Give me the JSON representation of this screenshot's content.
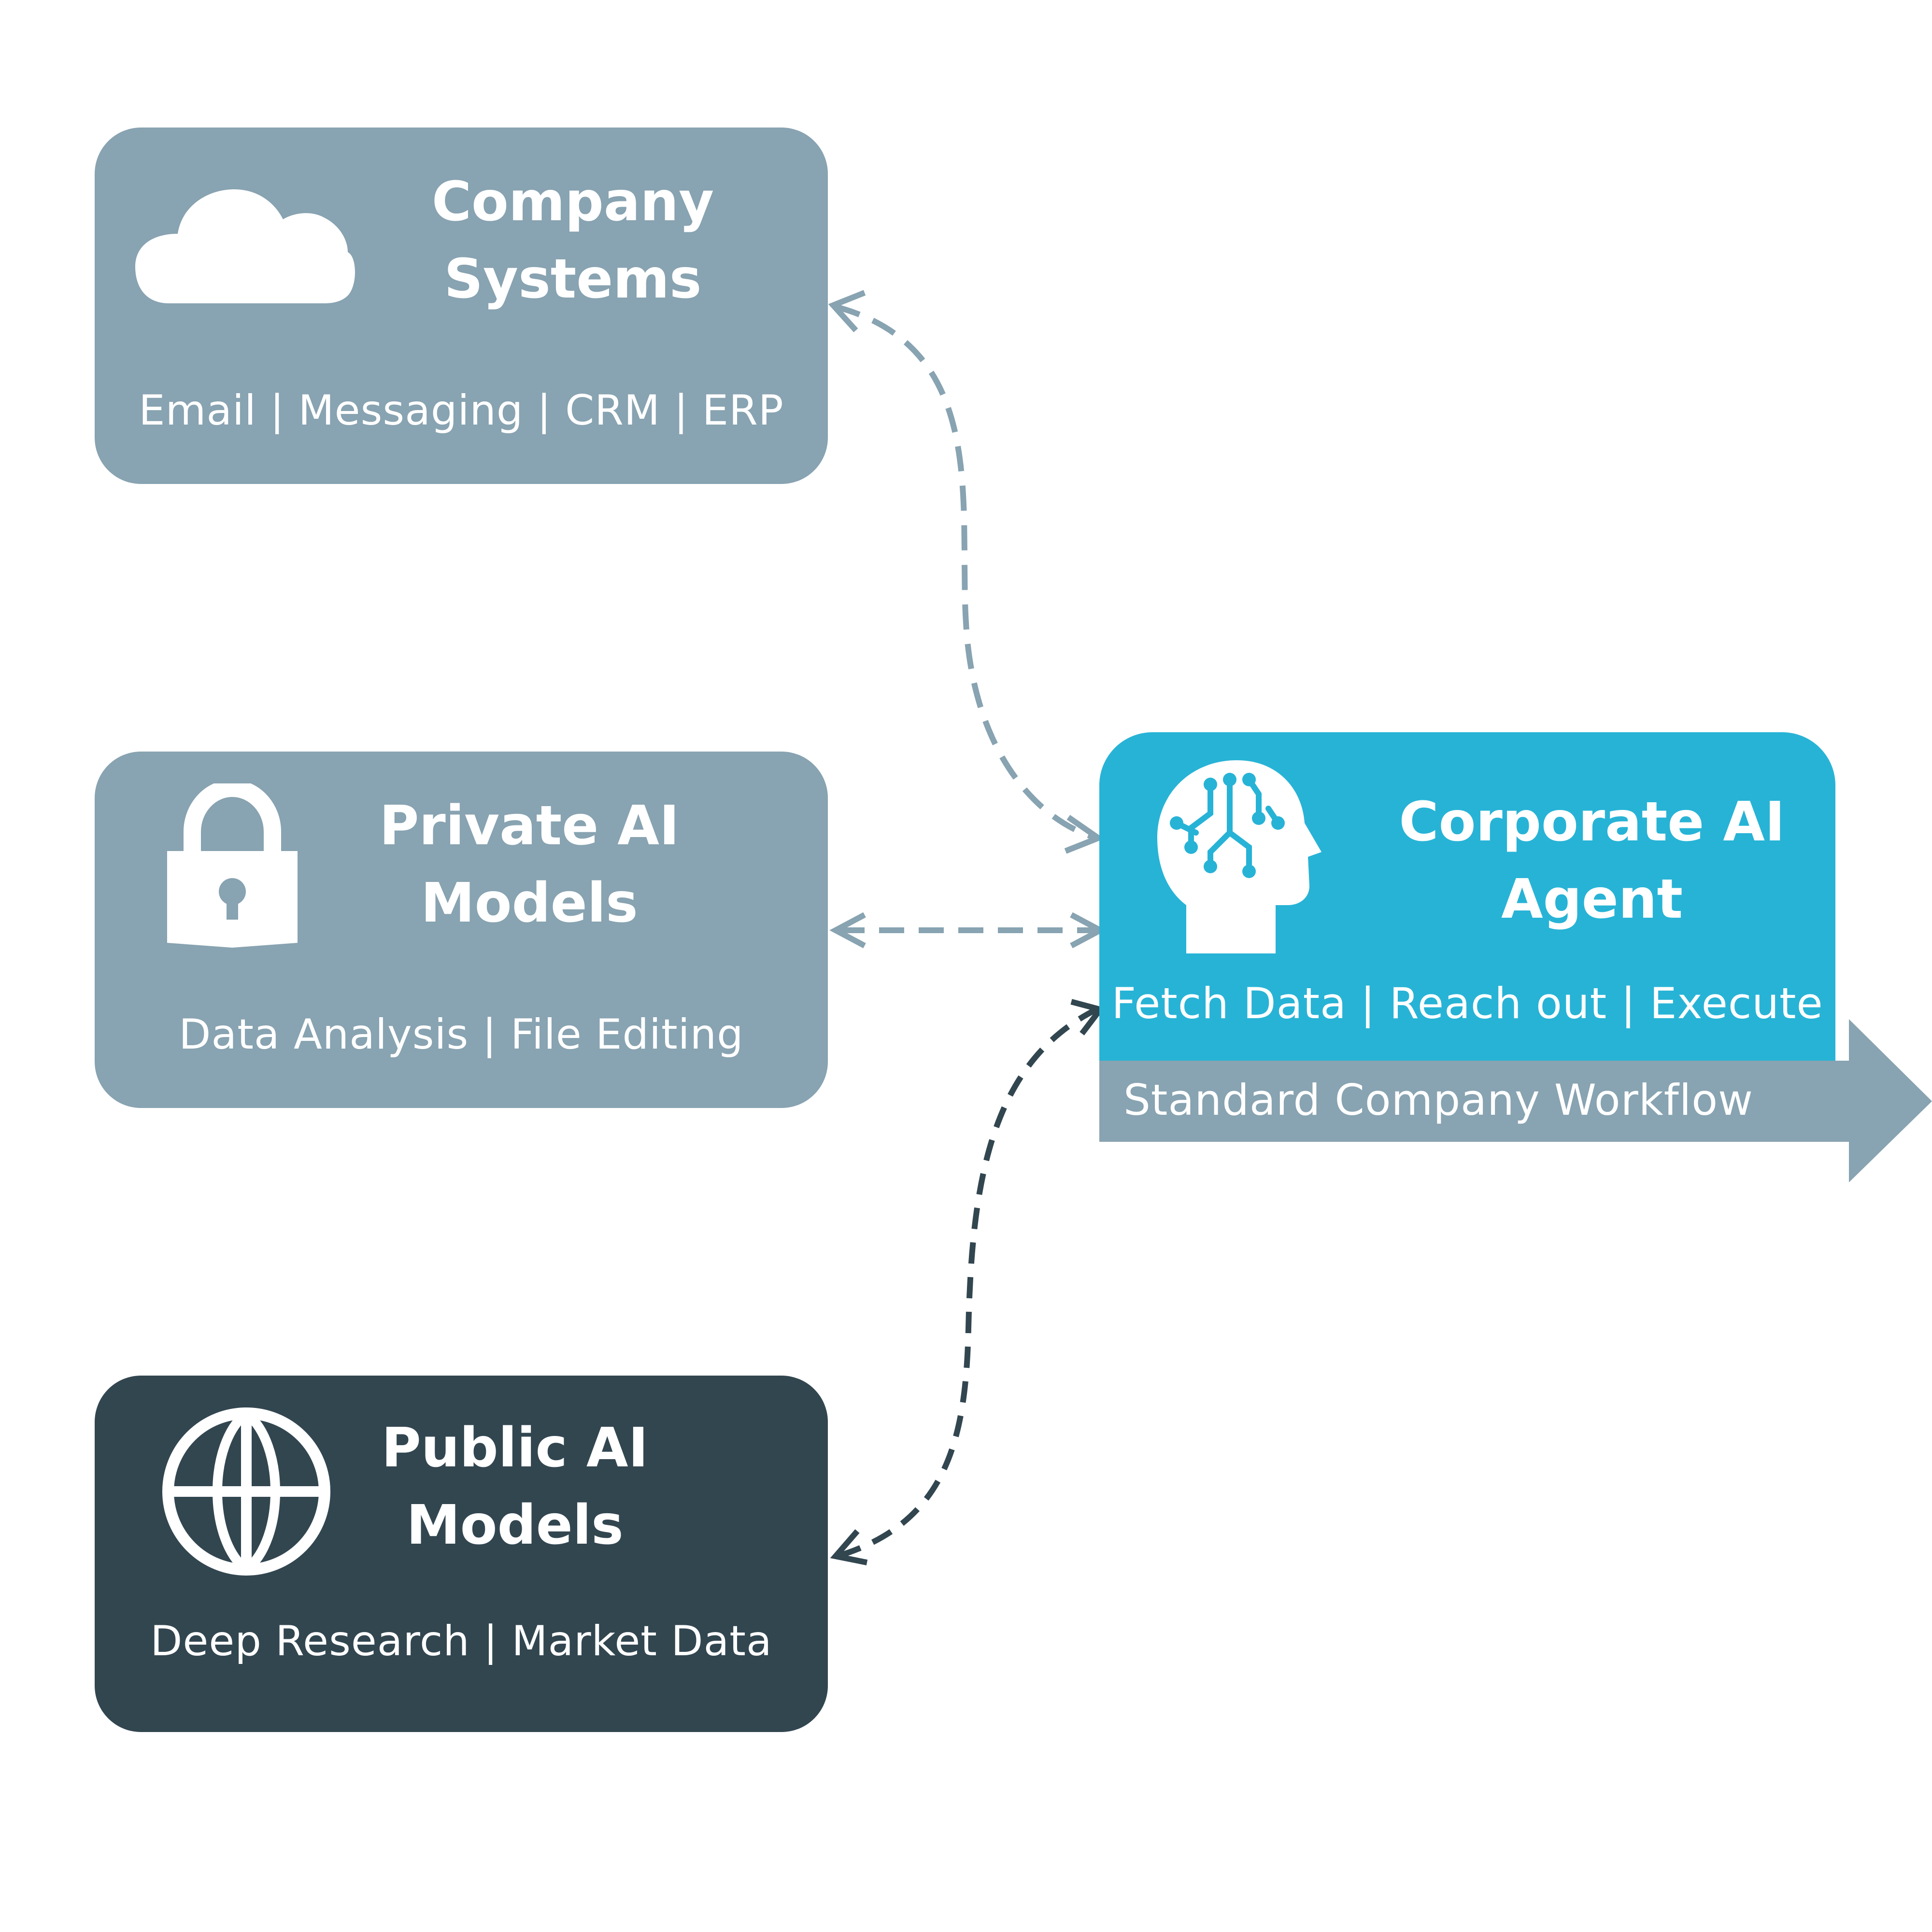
{
  "colors": {
    "grey_box": "#88a3b1",
    "dark_box": "#324650",
    "agent_box": "#27b3d6",
    "connector_light": "#88a3b1",
    "connector_dark": "#324650",
    "text": "#ffffff"
  },
  "boxes": {
    "company_systems": {
      "icon": "cloud-icon",
      "title_line1": "Company",
      "title_line2": "Systems",
      "subtitle": "Email | Messaging | CRM | ERP"
    },
    "private_ai": {
      "icon": "lock-icon",
      "title_line1": "Private AI",
      "title_line2": "Models",
      "subtitle": "Data Analysis | File Editing"
    },
    "public_ai": {
      "icon": "globe-icon",
      "title_line1": "Public AI",
      "title_line2": "Models",
      "subtitle": "Deep Research | Market Data"
    },
    "agent": {
      "icon": "ai-head-icon",
      "title_line1": "Corporate AI",
      "title_line2": "Agent",
      "subtitle": "Fetch Data | Reach out | Execute"
    }
  },
  "workflow": {
    "label": "Standard Company Workflow"
  }
}
